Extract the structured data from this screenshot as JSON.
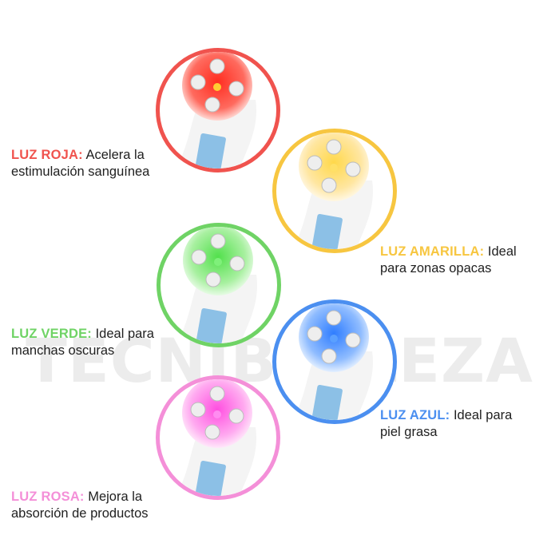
{
  "watermark": "TECNIBELLEZA",
  "lights": [
    {
      "label": "LUZ ROJA:",
      "line1": "Acelera la",
      "line2": "estimulación sanguínea",
      "color": "#f0534e",
      "glow": "#ff4a3a"
    },
    {
      "label": "LUZ AMARILLA:",
      "line1": "Ideal",
      "line2": "para zonas opacas",
      "color": "#f7c640",
      "glow": "#ffd23a"
    },
    {
      "label": "LUZ VERDE:",
      "line1": "Ideal para",
      "line2": "manchas oscuras",
      "color": "#6fd365",
      "glow": "#5fe05a"
    },
    {
      "label": "LUZ AZUL:",
      "line1": "Ideal para",
      "line2": "piel grasa",
      "color": "#4b8ff0",
      "glow": "#3f86ff"
    },
    {
      "label": "LUZ ROSA:",
      "line1": "Mejora la",
      "line2": "absorción de productos",
      "color": "#f48fd8",
      "glow": "#ff6fe0"
    }
  ]
}
